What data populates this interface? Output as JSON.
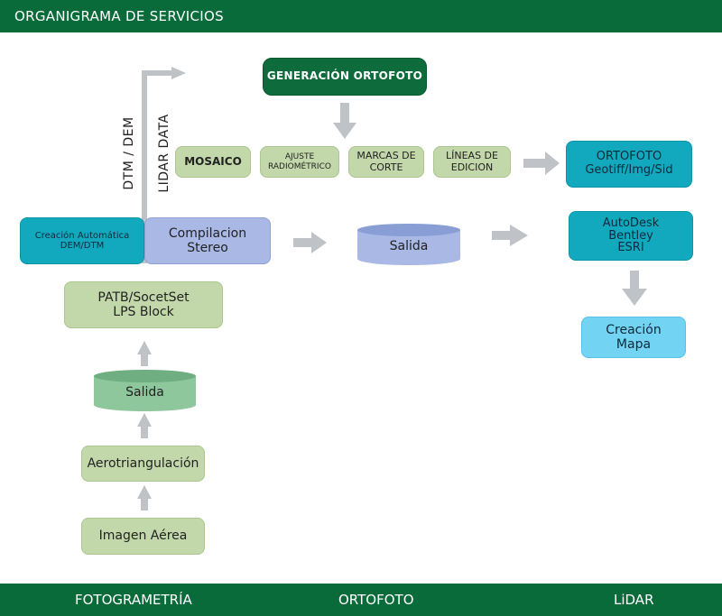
{
  "header": {
    "title": "ORGANIGRAMA DE SERVICIOS"
  },
  "footer": {
    "col1": "FOTOGRAMETRÍA",
    "col2": "ORTOFOTO",
    "col3": "LiDAR"
  },
  "nodes": {
    "generacion_ortofoto": "GENERACIÓN ORTOFOTO",
    "mosaico": "MOSAICO",
    "ajuste_radiometrico": "AJUSTE\nRADIOMÉTRICO",
    "marcas_corte": "MARCAS DE\nCORTE",
    "lineas_edicion": "LÍNEAS DE\nEDICION",
    "ortofoto_formats": "ORTOFOTO\nGeotiff/Img/Sid",
    "creacion_automatica": "Creación Automática\nDEM/DTM",
    "compilacion_stereo": "Compilacion\nStereo",
    "salida_right": "Salida",
    "autodesk": "AutoDesk\nBentley\nESRI",
    "patb": "PATB/SocetSet\nLPS Block",
    "creacion_mapa": "Creación\nMapa",
    "salida_left": "Salida",
    "aerotriangulacion": "Aerotriangulación",
    "imagen_aerea": "Imagen Aérea"
  },
  "labels": {
    "dtm_dem": "DTM / DEM",
    "lidar_data": "LIDAR DATA"
  },
  "colors": {
    "header_green": "#0a6b3a",
    "light_green": "#c2d8aa",
    "blue": "#a9b8e4",
    "teal": "#12a9bf",
    "light_blue": "#72d3f2",
    "arrow_gray": "#bfc3c7"
  }
}
